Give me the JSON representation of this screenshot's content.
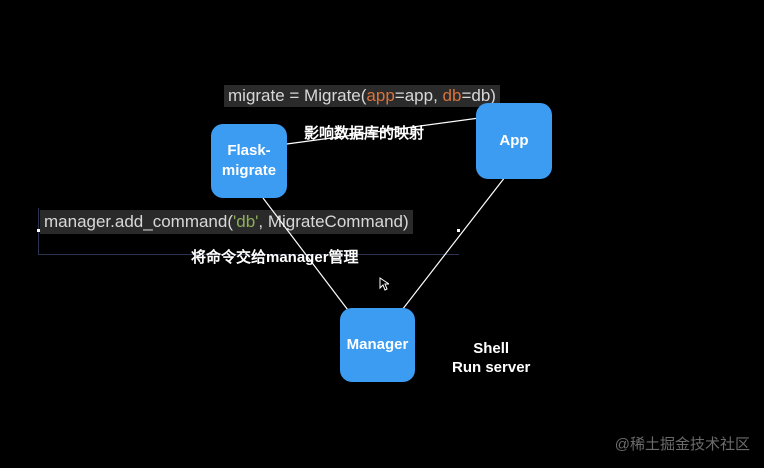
{
  "code_migrate": {
    "prefix": "migrate = Migrate(",
    "app_kw": "app",
    "app_val": "=app, ",
    "db_kw": "db",
    "db_val": "=db)"
  },
  "code_manager": {
    "prefix": "manager.add_command(",
    "db_str": "'db'",
    "suffix": ", MigrateCommand)"
  },
  "nodes": {
    "flask_migrate": "Flask-\nmigrate",
    "app": "App",
    "manager": "Manager"
  },
  "labels": {
    "mapping": "影响数据库的映射",
    "to_manager": "将命令交给manager管理",
    "shell": "Shell",
    "run_server": "Run server"
  },
  "watermark": "@稀土掘金技术社区",
  "colors": {
    "node_fill": "#3b9cf2",
    "background": "#000000",
    "code_bg": "#2b2b2b",
    "keyword_orange": "#d9733b",
    "string_green": "#8fae5c"
  }
}
